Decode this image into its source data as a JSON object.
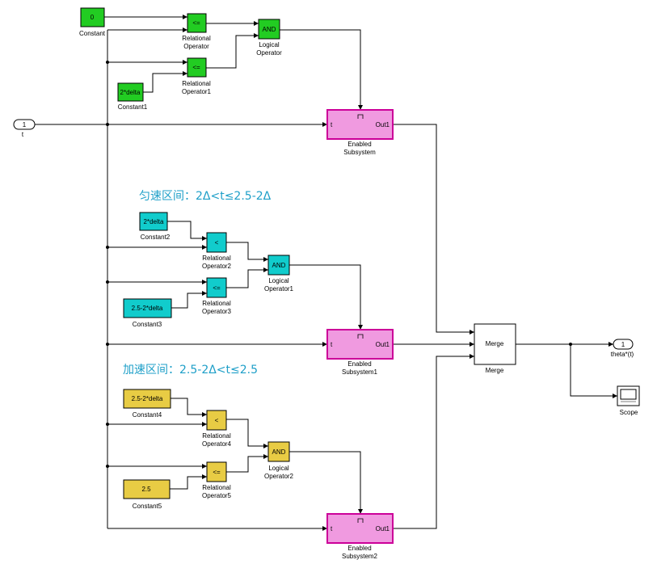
{
  "colors": {
    "green": "#22cc22",
    "cyan": "#11cccc",
    "yellow": "#e8cc44",
    "pink": "#f09ae0",
    "pink_border": "#cc0099",
    "line": "#000000",
    "annotation": "#1e9fc8"
  },
  "annotations": {
    "uniform": "匀速区间：2Δ<t≤2.5-2Δ",
    "accel": "加速区间：2.5-2Δ<t≤2.5"
  },
  "ports": {
    "in": {
      "num": "1",
      "label": "t"
    },
    "out": {
      "num": "1",
      "label": "theta*(t)"
    }
  },
  "group1": {
    "const_a": {
      "value": "0",
      "label": "Constant"
    },
    "const_b": {
      "value": "2*delta",
      "label": "Constant1"
    },
    "rel_a": {
      "op": "<=",
      "label1": "Relational",
      "label2": "Operator"
    },
    "rel_b": {
      "op": "<=",
      "label1": "Relational",
      "label2": "Operator1"
    },
    "logic": {
      "op": "AND",
      "label1": "Logical",
      "label2": "Operator"
    },
    "subsys": {
      "in": "t",
      "out": "Out1",
      "label1": "Enabled",
      "label2": "Subsystem"
    }
  },
  "group2": {
    "const_a": {
      "value": "2*delta",
      "label": "Constant2"
    },
    "const_b": {
      "value": "2.5-2*delta",
      "label": "Constant3"
    },
    "rel_a": {
      "op": "<",
      "label1": "Relational",
      "label2": "Operator2"
    },
    "rel_b": {
      "op": "<=",
      "label1": "Relational",
      "label2": "Operator3"
    },
    "logic": {
      "op": "AND",
      "label1": "Logical",
      "label2": "Operator1"
    },
    "subsys": {
      "in": "t",
      "out": "Out1",
      "label1": "Enabled",
      "label2": "Subsystem1"
    }
  },
  "group3": {
    "const_a": {
      "value": "2.5-2*delta",
      "label": "Constant4"
    },
    "const_b": {
      "value": "2.5",
      "label": "Constant5"
    },
    "rel_a": {
      "op": "<",
      "label1": "Relational",
      "label2": "Operator4"
    },
    "rel_b": {
      "op": "<=",
      "label1": "Relational",
      "label2": "Operator5"
    },
    "logic": {
      "op": "AND",
      "label1": "Logical",
      "label2": "Operator2"
    },
    "subsys": {
      "in": "t",
      "out": "Out1",
      "label1": "Enabled",
      "label2": "Subsystem2"
    }
  },
  "merge": {
    "text": "Merge",
    "label": "Merge"
  },
  "scope": {
    "label": "Scope"
  }
}
